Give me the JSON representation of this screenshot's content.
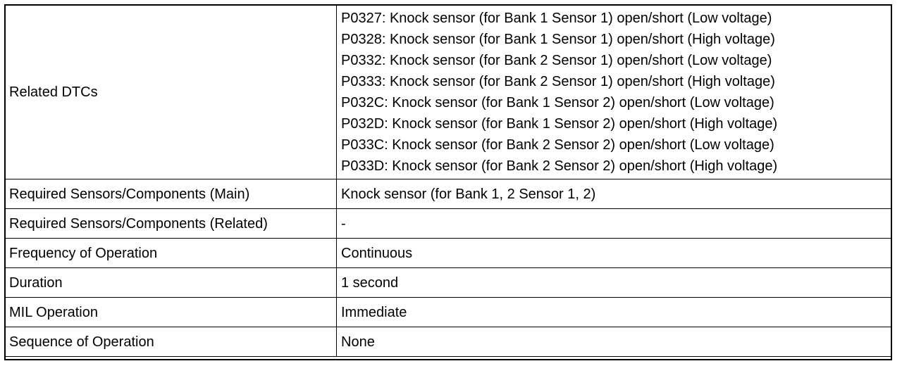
{
  "rows": [
    {
      "label": "Related DTCs",
      "values": [
        "P0327: Knock sensor (for Bank 1 Sensor 1) open/short (Low voltage)",
        "P0328: Knock sensor (for Bank 1 Sensor 1) open/short (High voltage)",
        "P0332: Knock sensor (for Bank 2 Sensor 1) open/short (Low voltage)",
        "P0333: Knock sensor (for Bank 2 Sensor 1) open/short (High voltage)",
        "P032C: Knock sensor (for Bank 1 Sensor 2) open/short (Low voltage)",
        "P032D: Knock sensor (for Bank 1 Sensor 2) open/short (High voltage)",
        "P033C: Knock sensor (for Bank 2 Sensor 2) open/short (Low voltage)",
        "P033D: Knock sensor (for Bank 2 Sensor 2) open/short (High voltage)"
      ]
    },
    {
      "label": "Required Sensors/Components (Main)",
      "value": "Knock sensor (for Bank 1, 2 Sensor 1, 2)"
    },
    {
      "label": "Required Sensors/Components (Related)",
      "value": "-"
    },
    {
      "label": "Frequency of Operation",
      "value": "Continuous"
    },
    {
      "label": "Duration",
      "value": "1 second"
    },
    {
      "label": "MIL Operation",
      "value": "Immediate"
    },
    {
      "label": "Sequence of Operation",
      "value": "None"
    }
  ]
}
